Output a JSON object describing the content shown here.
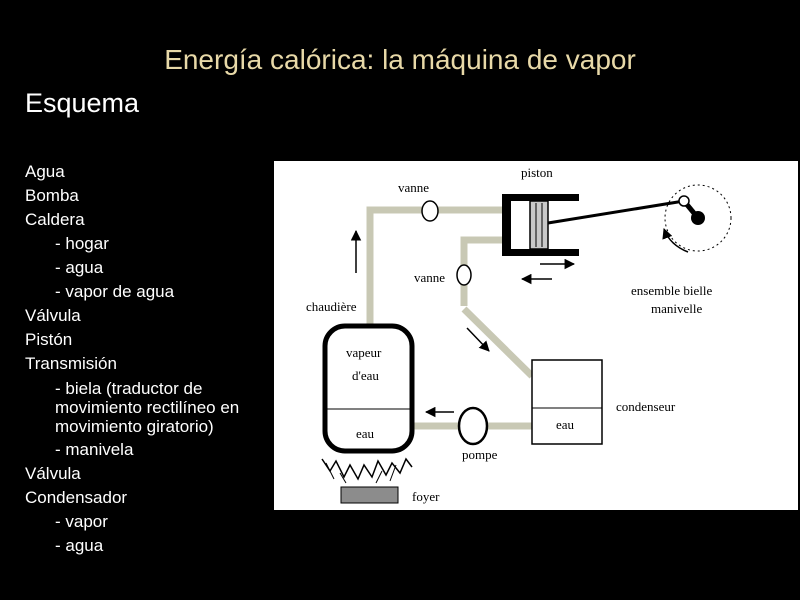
{
  "slide": {
    "title": "Energía calórica: la máquina de vapor",
    "subtitle": "Esquema"
  },
  "list": {
    "items": [
      {
        "text": "Agua",
        "level": 0
      },
      {
        "text": "Bomba",
        "level": 0
      },
      {
        "text": "Caldera",
        "level": 0
      },
      {
        "text": "- hogar",
        "level": 1
      },
      {
        "text": "- agua",
        "level": 1
      },
      {
        "text": "- vapor de agua",
        "level": 1
      },
      {
        "text": "Válvula",
        "level": 0
      },
      {
        "text": "Pistón",
        "level": 0
      },
      {
        "text": "Transmisión",
        "level": 0
      },
      {
        "text": "- biela (traductor de movimiento rectilíneo en movimiento giratorio)",
        "level": 1
      },
      {
        "text": "- manivela",
        "level": 1
      },
      {
        "text": "Válvula",
        "level": 0
      },
      {
        "text": "Condensador",
        "level": 0
      },
      {
        "text": "- vapor",
        "level": 1
      },
      {
        "text": "- agua",
        "level": 1
      }
    ]
  },
  "diagram": {
    "labels": {
      "piston": "piston",
      "vanne_top": "vanne",
      "vanne_mid": "vanne",
      "chaudiere": "chaudière",
      "vapeur": "vapeur",
      "deau": "d'eau",
      "eau_boiler": "eau",
      "pompe": "pompe",
      "foyer": "foyer",
      "eau_condenser": "eau",
      "condenseur": "condenseur",
      "ensemble_bielle": "ensemble bielle",
      "manivelle": "manivelle"
    },
    "colors": {
      "pipe": "#c8c8b4",
      "hearth": "#8c8c8c",
      "piston_fill": "#c8c8c8",
      "background": "#ffffff"
    }
  }
}
